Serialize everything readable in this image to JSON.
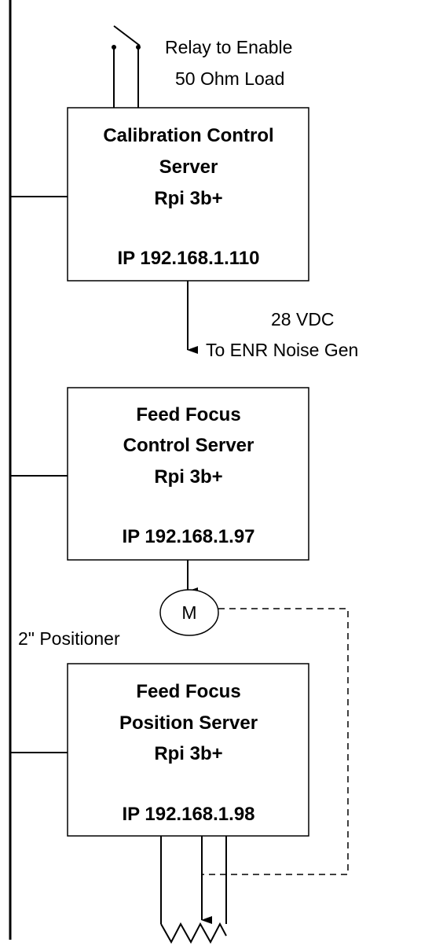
{
  "calibration_server": {
    "line1": "Calibration Control",
    "line2": "Server",
    "line3": "Rpi 3b+",
    "ip": "IP 192.168.1.110"
  },
  "relay_label": {
    "line1": "Relay to Enable",
    "line2": "50 Ohm Load"
  },
  "power_label": {
    "line1": "28 VDC",
    "line2": "To ENR Noise Gen"
  },
  "feed_focus_control": {
    "line1": "Feed Focus",
    "line2": "Control Server",
    "line3": "Rpi 3b+",
    "ip": "IP 192.168.1.97"
  },
  "motor": {
    "symbol": "M",
    "label": "2\" Positioner"
  },
  "feed_focus_position": {
    "line1": "Feed Focus",
    "line2": "Position Server",
    "line3": "Rpi 3b+",
    "ip": "IP 192.168.1.98"
  }
}
